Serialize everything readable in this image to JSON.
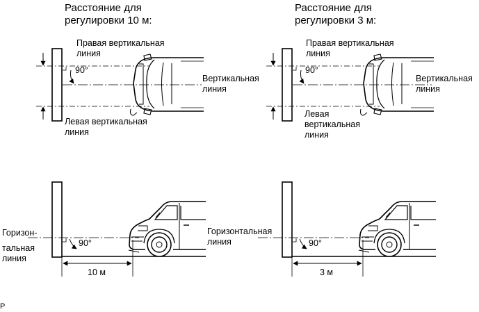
{
  "left_panel": {
    "title_line1": "Расстояние для",
    "title_line2": "регулировки 10 м:",
    "right_vertical_line1": "Правая вертикальная",
    "right_vertical_line2": "линия",
    "angle_top": "90°",
    "vertical_line1": "Вертикальная",
    "vertical_line2": "линия",
    "left_vertical_line1": "Левая вертикальная",
    "left_vertical_line2": "линия",
    "horizontal_line1": "Горизон-",
    "horizontal_line2": "тальная",
    "horizontal_line3": "линия",
    "angle_bottom": "90°",
    "distance": "10 м"
  },
  "right_panel": {
    "title_line1": "Расстояние для",
    "title_line2": "регулировки 3 м:",
    "right_vertical_line1": "Правая вертикальная",
    "right_vertical_line2": "линия",
    "angle_top": "90°",
    "vertical_line1": "Вертикальная",
    "vertical_line2": "линия",
    "left_vertical_line1": "Левая",
    "left_vertical_line2": "вертикальная",
    "left_vertical_line3": "линия",
    "horizontal_line1": "Горизонтальная",
    "horizontal_line2": "линия",
    "angle_bottom": "90°",
    "distance": "3 м"
  },
  "corner_mark": "P"
}
